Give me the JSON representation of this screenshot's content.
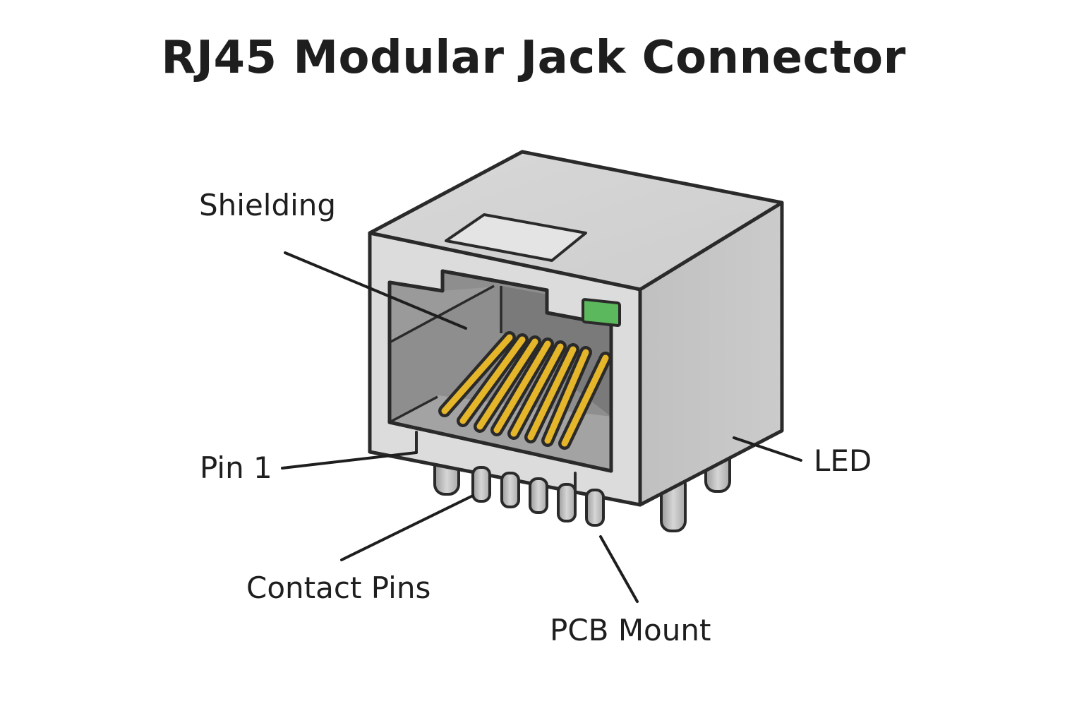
{
  "diagram": {
    "title": "RJ45 Modular Jack Connector",
    "labels": {
      "shielding": "Shielding",
      "pin1": "Pin 1",
      "led": "LED",
      "contact_pins": "Contact Pins",
      "pcb_mount": "PCB Mount"
    },
    "colors": {
      "body_front": "#dcdcdc",
      "body_top": "#d2d2d2",
      "body_side": "#c4c4c4",
      "cavity": "#8f8f8f",
      "contacts": "#e5b52a",
      "led": "#5cb85c",
      "outline": "#2a2a2a"
    }
  }
}
